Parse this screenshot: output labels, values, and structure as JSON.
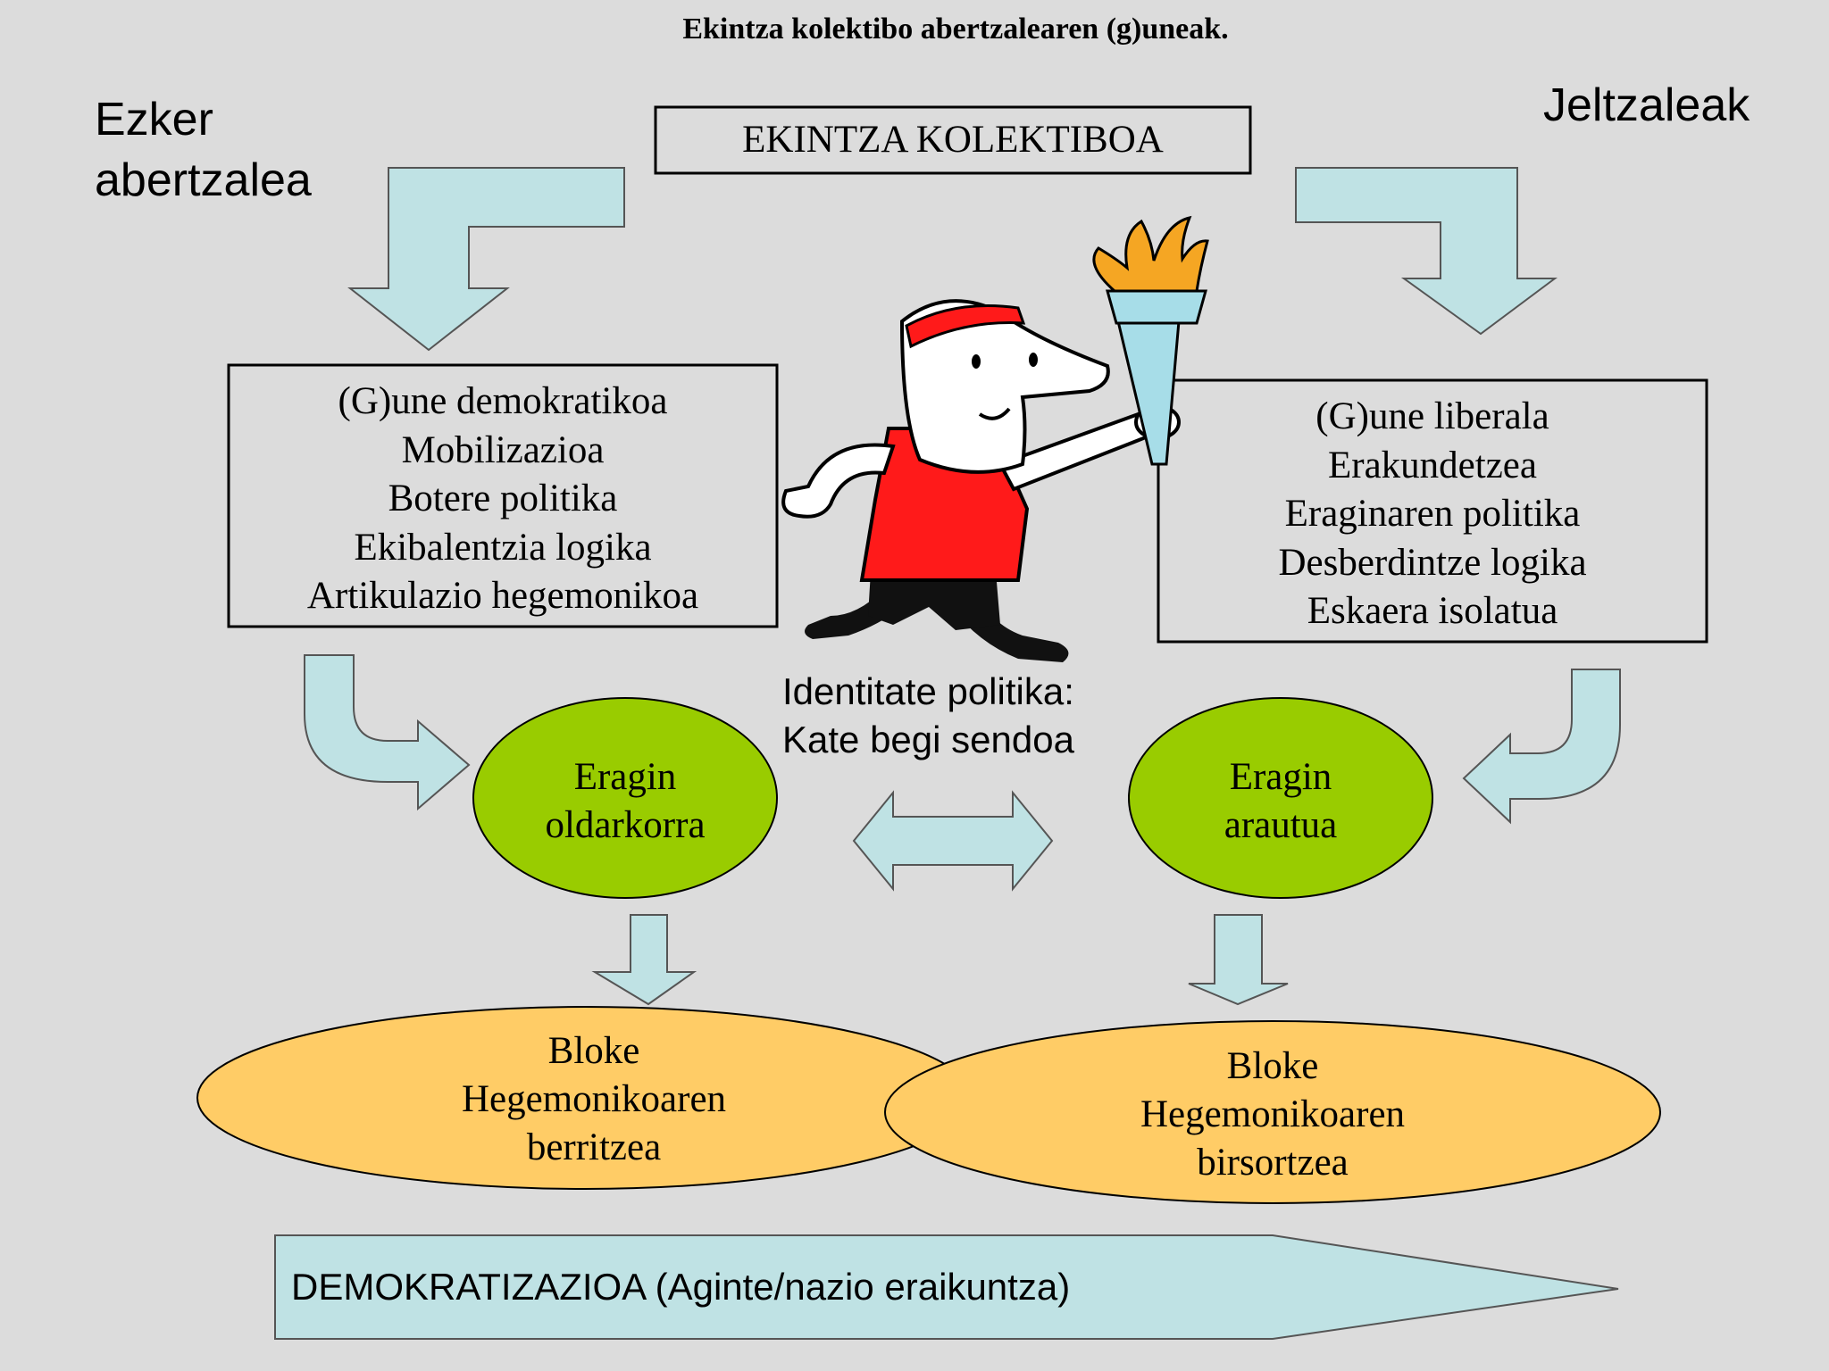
{
  "title": "Ekintza kolektibo abertzalearen (g)uneak.",
  "left_header": [
    "Ezker",
    "abertzalea"
  ],
  "right_header": "Jeltzaleak",
  "top_box": "EKINTZA KOLEKTIBOA",
  "left_box": [
    "(G)une demokratikoa",
    "Mobilizazioa",
    "Botere politika",
    "Ekibalentzia logika",
    "Artikulazio hegemonikoa"
  ],
  "right_box": [
    "(G)une liberala",
    "Erakundetzea",
    "Eraginaren politika",
    "Desberdintze logika",
    "Eskaera isolatua"
  ],
  "identity": [
    "Identitate politika:",
    "Kate begi sendoa"
  ],
  "left_green": [
    "Eragin",
    "oldarkorra"
  ],
  "right_green": [
    "Eragin",
    "arautua"
  ],
  "left_orange": [
    "Bloke",
    "Hegemonikoaren",
    "berritzea"
  ],
  "right_orange": [
    "Bloke",
    "Hegemonikoaren",
    "birsortzea"
  ],
  "banner": "DEMOKRATIZAZIOA (Aginte/nazio eraikuntza)",
  "colors": {
    "background": "#dcdcdc",
    "arrow_fill": "#bfe2e4",
    "green": "#99cc00",
    "orange": "#ffcc66",
    "shirt": "#ff1a1a",
    "flame": "#f5a623"
  },
  "icons": {
    "runner": "torch-runner-icon"
  }
}
